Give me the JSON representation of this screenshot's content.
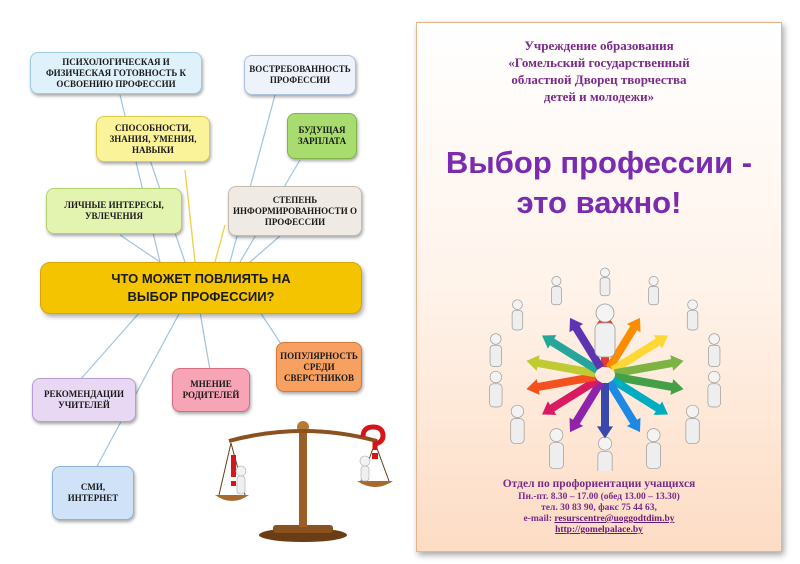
{
  "mindmap": {
    "central_line1": "ЧТО МОЖЕТ ПОВЛИЯТЬ НА",
    "central_line2": "ВЫБОР ПРОФЕССИИ?",
    "psych_line1": "ПСИХОЛОГИЧЕСКАЯ И",
    "psych_line2": "ФИЗИЧЕСКАЯ ГОТОВНОСТЬ К",
    "psych_line3": "ОСВОЕНИЮ ПРОФЕССИИ",
    "demand_line1": "ВОСТРЕБОВАННОСТЬ",
    "demand_line2": "ПРОФЕССИИ",
    "abilities_line1": "СПОСОБНОСТИ,",
    "abilities_line2": "ЗНАНИЯ, УМЕНИЯ,",
    "abilities_line3": "НАВЫКИ",
    "salary_line1": "БУДУЩАЯ",
    "salary_line2": "ЗАРПЛАТА",
    "interests_line1": "ЛИЧНЫЕ ИНТЕРЕСЫ,",
    "interests_line2": "УВЛЕЧЕНИЯ",
    "awareness_line1": "СТЕПЕНЬ",
    "awareness_line2": "ИНФОРМИРОВАННОСТИ О",
    "awareness_line3": "ПРОФЕССИИ",
    "popularity_line1": "ПОПУЛЯРНОСТЬ",
    "popularity_line2": "СРЕДИ",
    "popularity_line3": "СВЕРСТНИКОВ",
    "teachers_line1": "РЕКОМЕНДАЦИИ",
    "teachers_line2": "УЧИТЕЛЕЙ",
    "parents_line1": "МНЕНИЕ",
    "parents_line2": "РОДИТЕЛЕЙ",
    "media_line1": "СМИ,",
    "media_line2": "ИНТЕРНЕТ"
  },
  "colors": {
    "psych": "#dff1fb",
    "demand": "#eef3fb",
    "abilities": "#fbf39a",
    "salary": "#a9dc6e",
    "interests": "#e3f3b0",
    "awareness": "#efebe4",
    "popularity": "#f7a05f",
    "teachers": "#e8d8f3",
    "parents": "#f7a4b6",
    "media": "#cfe2f7"
  },
  "flyer": {
    "institution_line1": "Учреждение образования",
    "institution_line2": "«Гомельский государственный",
    "institution_line3": "областной Дворец творчества",
    "institution_line4": "детей и молодежи»",
    "title_line1": "Выбор профессии -",
    "title_line2": "это важно!",
    "department": "Отдел по профориентации учащихся",
    "hours": "Пн.-пт. 8.30 – 17.00 (обед 13.00 – 13.30)",
    "phones": "тел. 30 83 90, факс 75 44 63,",
    "email_label": "e-mail:",
    "email": "resurscentre@uoggodtdim.by",
    "website": "http://gomelpalace.by"
  }
}
